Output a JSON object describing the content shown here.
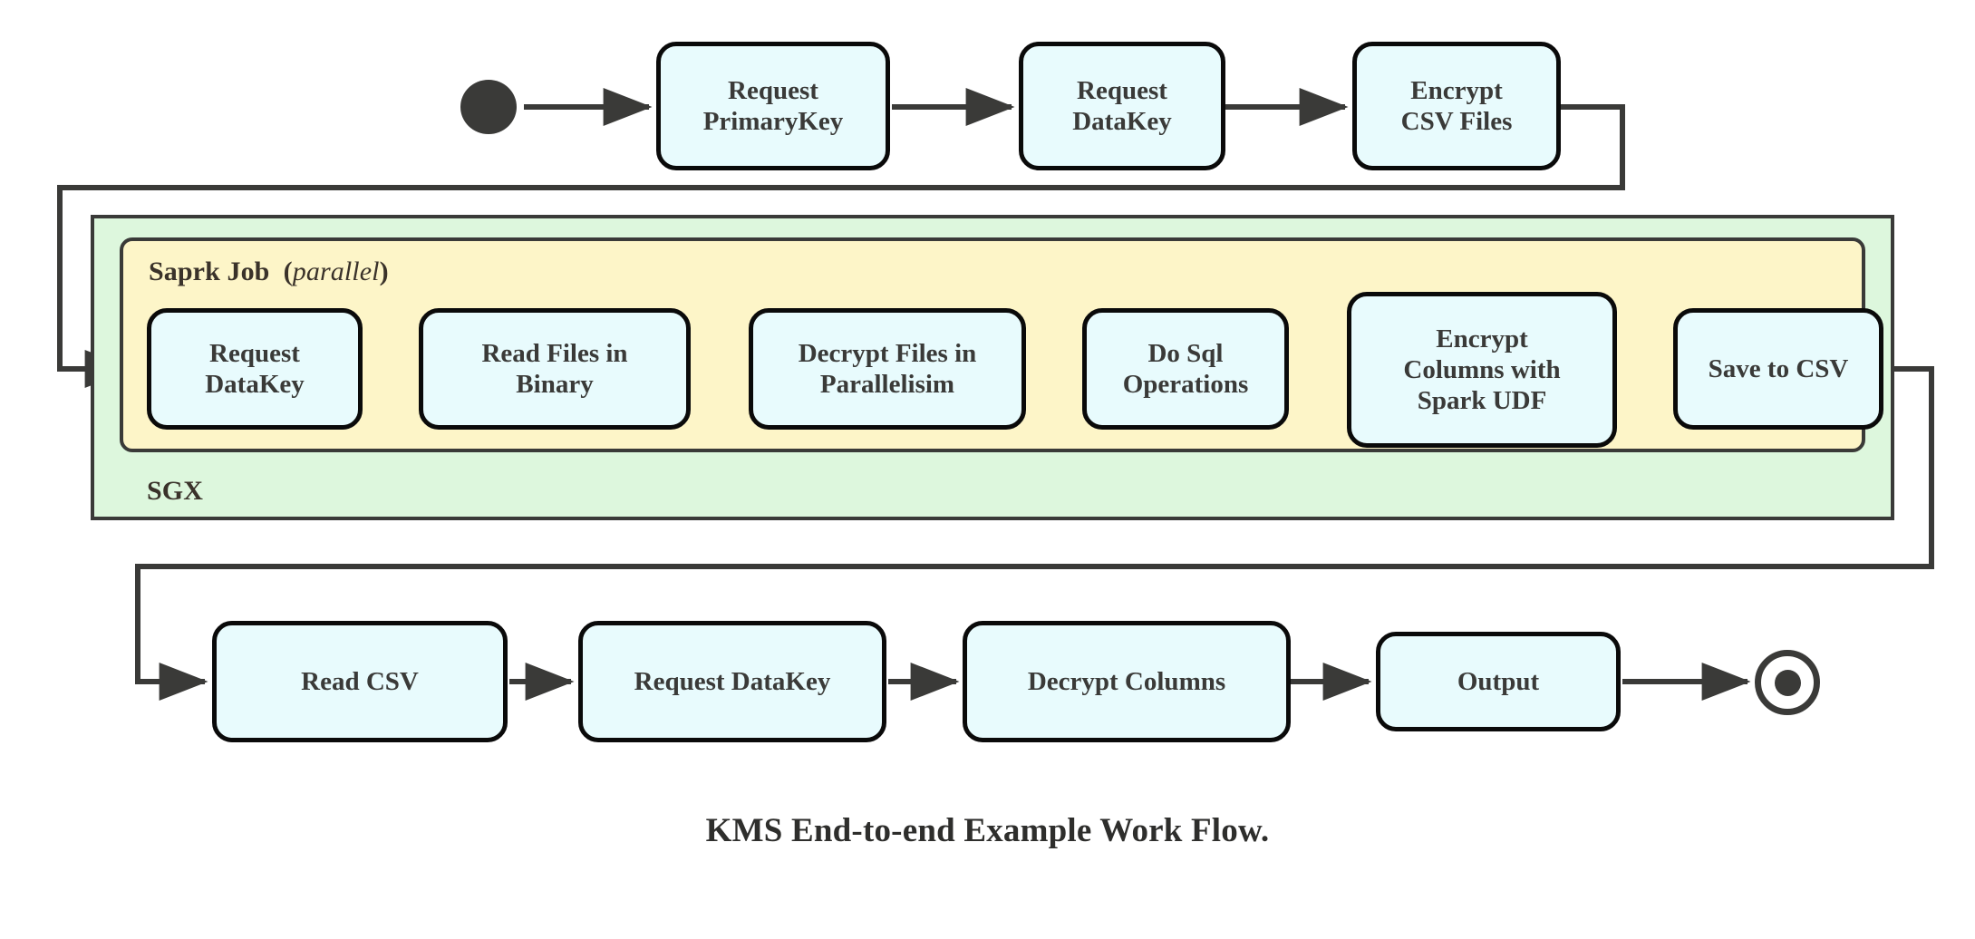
{
  "caption": "KMS End-to-end Example Work Flow.",
  "colors": {
    "node_fill": "#e8fbfd",
    "node_stroke": "#0a0a0a",
    "sgx_fill": "#ddf7dd",
    "spark_fill": "#fdf5c8",
    "container_stroke": "#3a3a38",
    "wire": "#3a3a38",
    "text": "#3a3a38",
    "background": "#ffffff"
  },
  "containers": {
    "sgx": {
      "label": "SGX"
    },
    "spark": {
      "label": "Saprk Job",
      "modifier": "parallel",
      "label_full": "Saprk Job (parallel)"
    }
  },
  "terminals": {
    "start": {
      "name": "start-node",
      "shape": "filled-circle"
    },
    "end": {
      "name": "end-node",
      "shape": "double-circle"
    }
  },
  "rows": {
    "top": [
      {
        "id": "request-primarykey",
        "lines": [
          "Request",
          "PrimaryKey"
        ]
      },
      {
        "id": "request-datakey-top",
        "lines": [
          "Request",
          "DataKey"
        ]
      },
      {
        "id": "encrypt-csv-files",
        "lines": [
          "Encrypt",
          "CSV Files"
        ]
      }
    ],
    "spark": [
      {
        "id": "request-datakey-spark",
        "lines": [
          "Request",
          "DataKey"
        ]
      },
      {
        "id": "read-files-in-binary",
        "lines": [
          "Read Files in",
          "Binary"
        ]
      },
      {
        "id": "decrypt-files-in-parallelisim",
        "lines": [
          "Decrypt Files in",
          "Parallelisim"
        ]
      },
      {
        "id": "do-sql-operations",
        "lines": [
          "Do Sql",
          "Operations"
        ]
      },
      {
        "id": "encrypt-columns-with-spark-udf",
        "lines": [
          "Encrypt",
          "Columns with",
          "Spark UDF"
        ]
      },
      {
        "id": "save-to-csv",
        "lines": [
          "Save to CSV"
        ]
      }
    ],
    "bottom": [
      {
        "id": "read-csv",
        "lines": [
          "Read CSV"
        ]
      },
      {
        "id": "request-datakey-bottom",
        "lines": [
          "Request DataKey"
        ]
      },
      {
        "id": "decrypt-columns",
        "lines": [
          "Decrypt Columns"
        ]
      },
      {
        "id": "output",
        "lines": [
          "Output"
        ]
      }
    ]
  },
  "edges": [
    {
      "from": "start-node",
      "to": "request-primarykey"
    },
    {
      "from": "request-primarykey",
      "to": "request-datakey-top"
    },
    {
      "from": "request-datakey-top",
      "to": "encrypt-csv-files"
    },
    {
      "from": "encrypt-csv-files",
      "to": "request-datakey-spark",
      "routing": "wrap-left"
    },
    {
      "from": "request-datakey-spark",
      "to": "read-files-in-binary"
    },
    {
      "from": "read-files-in-binary",
      "to": "decrypt-files-in-parallelisim"
    },
    {
      "from": "decrypt-files-in-parallelisim",
      "to": "do-sql-operations"
    },
    {
      "from": "do-sql-operations",
      "to": "encrypt-columns-with-spark-udf"
    },
    {
      "from": "encrypt-columns-with-spark-udf",
      "to": "save-to-csv"
    },
    {
      "from": "save-to-csv",
      "to": "read-csv",
      "routing": "wrap-right"
    },
    {
      "from": "read-csv",
      "to": "request-datakey-bottom"
    },
    {
      "from": "request-datakey-bottom",
      "to": "decrypt-columns"
    },
    {
      "from": "decrypt-columns",
      "to": "output"
    },
    {
      "from": "output",
      "to": "end-node"
    }
  ]
}
